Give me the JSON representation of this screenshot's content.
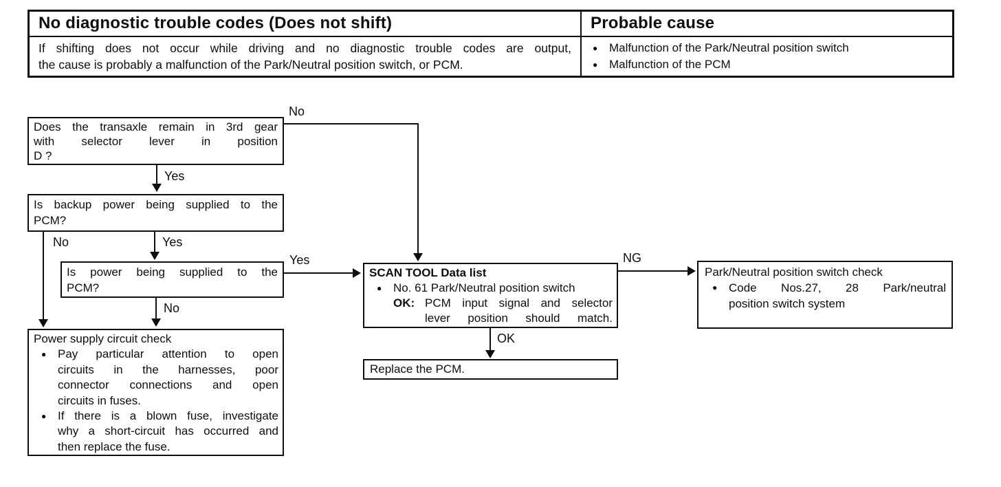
{
  "icons": {
    "bullet": "●"
  },
  "table": {
    "header_left": "No diagnostic trouble codes (Does not shift)",
    "header_right": "Probable cause",
    "description_lines": [
      "If shifting does not occur while driving and no diagnostic trouble codes are output,",
      "the cause is probably a malfunction of the Park/Neutral position switch, or PCM."
    ],
    "causes": [
      "Malfunction of the Park/Neutral position switch",
      "Malfunction of the PCM"
    ]
  },
  "flowchart": {
    "transaxle_box": {
      "lines": [
        "Does the transaxle remain in 3rd gear",
        "with selector lever in position",
        "D ?"
      ]
    },
    "backup_power_box": {
      "lines": [
        "Is backup power being supplied to the",
        "PCM?"
      ]
    },
    "power_box": {
      "lines": [
        "Is power being supplied to the",
        "PCM?"
      ]
    },
    "power_supply_check_box": {
      "title": "Power supply circuit check",
      "bullet1_lines": [
        "Pay particular attention to open",
        "circuits in the harnesses, poor",
        "connector connections and open",
        "circuits in fuses."
      ],
      "bullet2_lines": [
        "If there is a blown fuse, investigate",
        "why a short-circuit has occurred and",
        "then replace the fuse."
      ]
    },
    "scan_tool_box": {
      "title": "SCAN TOOL Data list",
      "bullet": "No. 61 Park/Neutral position switch",
      "ok_label": "OK:",
      "ok_lines": [
        "PCM input signal and selector",
        "lever position should match."
      ]
    },
    "replace_pcm_box": {
      "text": "Replace the PCM."
    },
    "pn_switch_box": {
      "title": "Park/Neutral position switch check",
      "bullet_lines": [
        "Code Nos.27, 28 Park/neutral",
        "position switch system"
      ]
    },
    "connectors": {
      "transaxle_no": "No",
      "transaxle_yes": "Yes",
      "backup_no": "No",
      "backup_yes": "Yes",
      "power_yes": "Yes",
      "power_no": "No",
      "scan_ng": "NG",
      "scan_ok": "OK"
    }
  }
}
